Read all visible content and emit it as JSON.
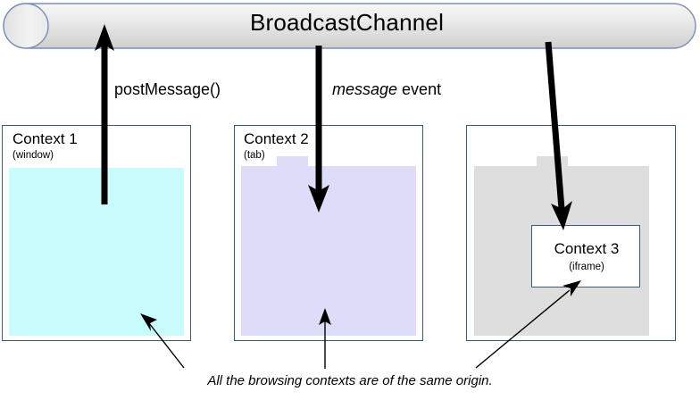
{
  "diagram": {
    "title": "BroadcastChannel",
    "caption": "All the browsing contexts are of the same origin.",
    "channel": {
      "label": "BroadcastChannel",
      "shape": "cylinder-pipe",
      "border_color": "#7a8fb8",
      "fill_start": "#f4f4f4",
      "fill_end": "#d2d2d2"
    },
    "contexts": [
      {
        "id": "context-1",
        "title": "Context 1",
        "subtitle": "(window)",
        "fill_color": "#c9fdfd",
        "border_color": "#3d5a76"
      },
      {
        "id": "context-2",
        "title": "Context 2",
        "subtitle": "(tab)",
        "fill_color": "#ddddfa",
        "border_color": "#3d5a76"
      },
      {
        "id": "context-3-outer",
        "title": "",
        "subtitle": "",
        "fill_color": "#dedede",
        "border_color": "#3d5a76"
      }
    ],
    "iframe": {
      "id": "context-3",
      "title": "Context 3",
      "subtitle": "(iframe)",
      "fill_color": "#ffffff",
      "border_color": "#3d5a76"
    },
    "edges": [
      {
        "id": "edge-postmessage",
        "label": "postMessage()",
        "label_italic_part": "",
        "from": "context-1",
        "to": "channel",
        "direction": "up",
        "color": "#000000"
      },
      {
        "id": "edge-message-event",
        "label_italic": "message",
        "label_rest": " event",
        "from": "channel",
        "to": "context-2",
        "direction": "down",
        "color": "#000000"
      },
      {
        "id": "edge-message-event-iframe",
        "label": "",
        "from": "channel",
        "to": "context-3",
        "direction": "down",
        "color": "#000000"
      }
    ],
    "annotation_pointers": [
      {
        "id": "pointer-context-1",
        "target": "context-1"
      },
      {
        "id": "pointer-context-2",
        "target": "context-2"
      },
      {
        "id": "pointer-context-3",
        "target": "context-3"
      }
    ]
  }
}
